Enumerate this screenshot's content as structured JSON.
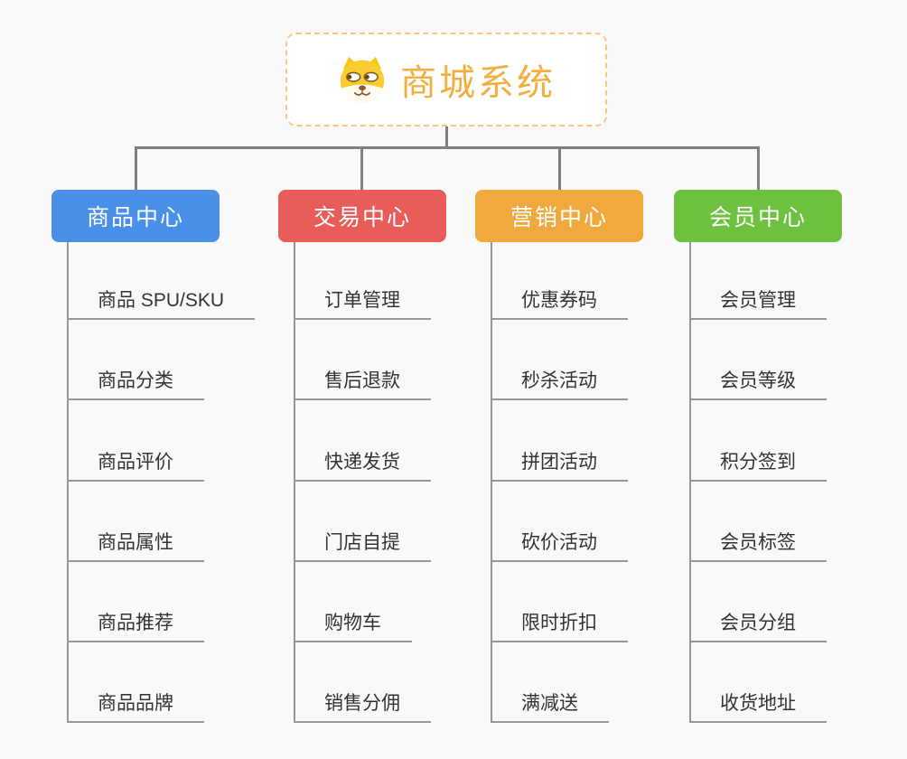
{
  "root": {
    "title": "商城系统",
    "icon": "dog-face-icon"
  },
  "branches": [
    {
      "label": "商品中心",
      "color": "#4a90e9",
      "children": [
        "商品 SPU/SKU",
        "商品分类",
        "商品评价",
        "商品属性",
        "商品推荐",
        "商品品牌"
      ]
    },
    {
      "label": "交易中心",
      "color": "#e85c5a",
      "children": [
        "订单管理",
        "售后退款",
        "快递发货",
        "门店自提",
        "购物车",
        "销售分佣"
      ]
    },
    {
      "label": "营销中心",
      "color": "#efa93c",
      "children": [
        "优惠券码",
        "秒杀活动",
        "拼团活动",
        "砍价活动",
        "限时折扣",
        "满减送"
      ]
    },
    {
      "label": "会员中心",
      "color": "#6ec13f",
      "children": [
        "会员管理",
        "会员等级",
        "积分签到",
        "会员标签",
        "会员分组",
        "收货地址"
      ]
    }
  ],
  "colors": {
    "background": "#f9f9f9",
    "connector": "#7f7f7f",
    "leaf_line": "#979797",
    "leaf_text": "#333333",
    "root_border": "#f6c97e",
    "root_title": "#f2ae3e"
  }
}
